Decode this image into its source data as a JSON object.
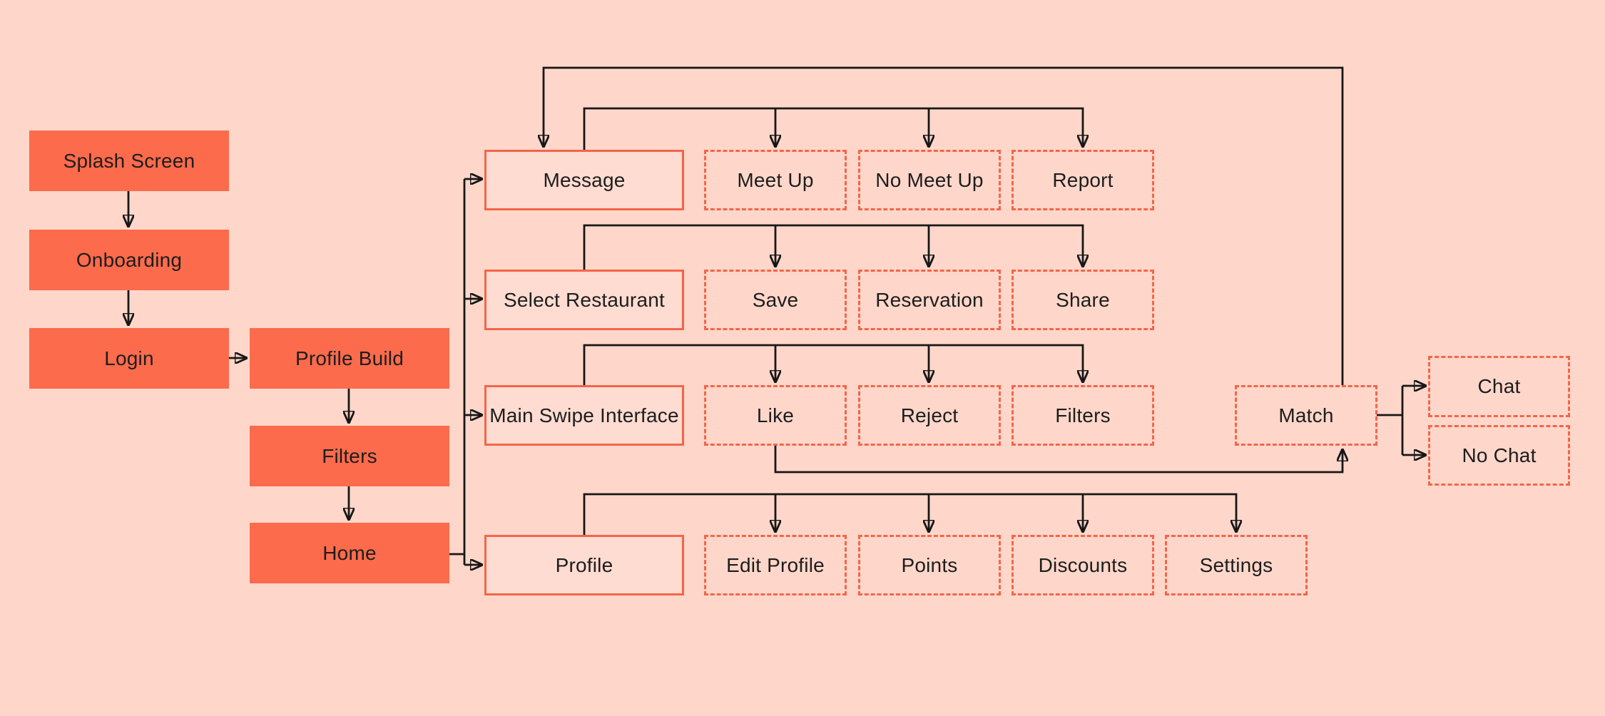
{
  "palette": {
    "background": "#FFD7CA",
    "solid_fill": "#FC6B4C",
    "accent": "#F4654A",
    "outline_fill": "#FFDCD1",
    "line": "#171717",
    "text": "#1D1D1D"
  },
  "nodes": {
    "splash": {
      "label": "Splash Screen"
    },
    "onboarding": {
      "label": "Onboarding"
    },
    "login": {
      "label": "Login"
    },
    "profile_build": {
      "label": "Profile Build"
    },
    "filters_setup": {
      "label": "Filters"
    },
    "home": {
      "label": "Home"
    },
    "message": {
      "label": "Message"
    },
    "select_restaurant": {
      "label": "Select Restaurant"
    },
    "main_swipe": {
      "label": "Main Swipe Interface"
    },
    "profile": {
      "label": "Profile"
    },
    "meet_up": {
      "label": "Meet Up"
    },
    "no_meet_up": {
      "label": "No Meet Up"
    },
    "report": {
      "label": "Report"
    },
    "save": {
      "label": "Save"
    },
    "reservation": {
      "label": "Reservation"
    },
    "share": {
      "label": "Share"
    },
    "like": {
      "label": "Like"
    },
    "reject": {
      "label": "Reject"
    },
    "filters_swipe": {
      "label": "Filters"
    },
    "match": {
      "label": "Match"
    },
    "edit_profile": {
      "label": "Edit Profile"
    },
    "points": {
      "label": "Points"
    },
    "discounts": {
      "label": "Discounts"
    },
    "settings": {
      "label": "Settings"
    },
    "chat": {
      "label": "Chat"
    },
    "no_chat": {
      "label": "No Chat"
    }
  }
}
